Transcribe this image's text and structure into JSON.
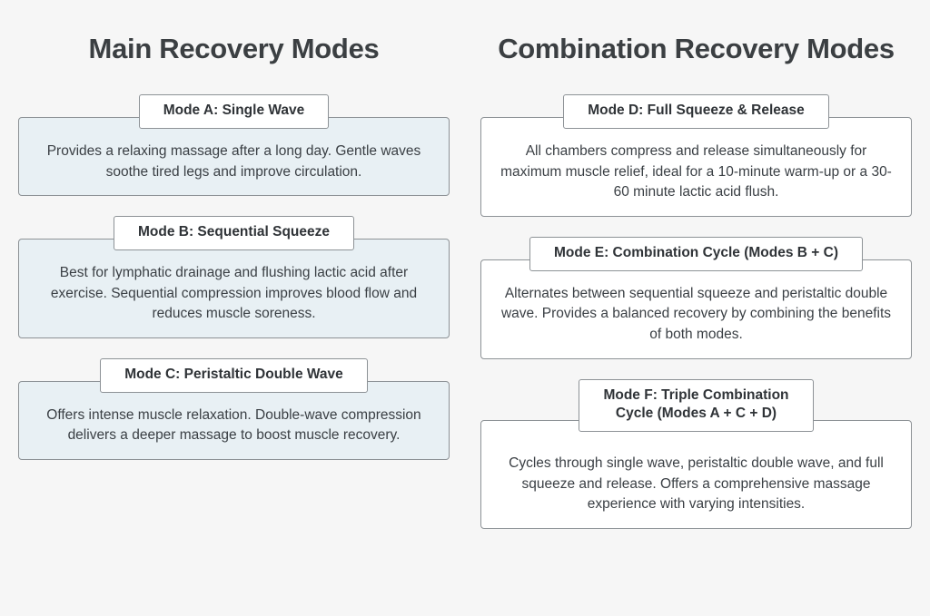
{
  "theme": {
    "page_background": "#f6f6f6",
    "tinted_card_background": "#e8f0f4",
    "plain_card_background": "#ffffff",
    "border_color": "#8d9296",
    "heading_color": "#3b3f42",
    "title_text_color": "#2f3337",
    "body_text_color": "#3a3f44"
  },
  "columns": [
    {
      "heading": "Main Recovery\nModes",
      "style": "tinted",
      "cards": [
        {
          "title": "Mode A: Single Wave",
          "description": "Provides a relaxing massage after a long day. Gentle waves soothe tired legs and improve circulation."
        },
        {
          "title": "Mode B: Sequential Squeeze",
          "description": "Best for lymphatic drainage and flushing lactic acid after exercise. Sequential compression improves blood flow and reduces muscle soreness."
        },
        {
          "title": "Mode C: Peristaltic Double Wave",
          "description": "Offers intense muscle relaxation. Double-wave compression delivers a deeper massage to boost muscle recovery."
        }
      ]
    },
    {
      "heading": "Combination\nRecovery Modes",
      "style": "plain",
      "cards": [
        {
          "title": "Mode D: Full Squeeze & Release",
          "description": "All chambers compress and release simultaneously for maximum muscle relief, ideal for a 10-minute warm-up or a 30-60 minute lactic acid flush."
        },
        {
          "title": "Mode E: Combination Cycle (Modes B + C)",
          "description": "Alternates between sequential squeeze and peristaltic double wave. Provides a balanced recovery by combining the benefits of both modes."
        },
        {
          "title": "Mode F: Triple Combination\nCycle (Modes A + C + D)",
          "description": "Cycles through single wave, peristaltic double wave, and full squeeze and release. Offers a comprehensive massage experience with varying intensities."
        }
      ]
    }
  ]
}
